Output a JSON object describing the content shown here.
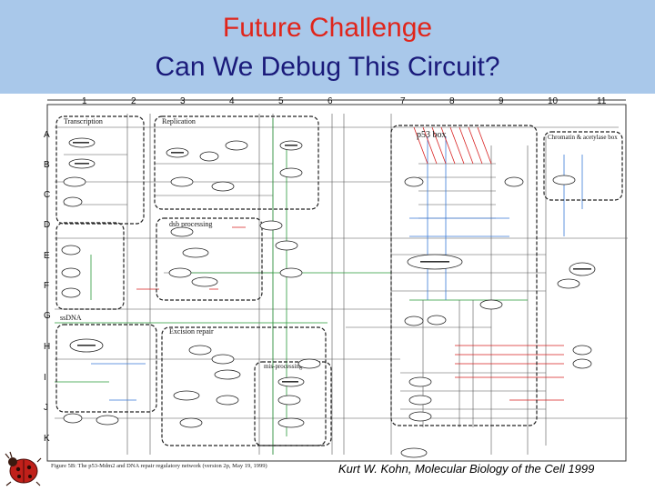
{
  "slide": {
    "title_line1": "Future Challenge",
    "title_line2": "Can We Debug This Circuit?",
    "citation": "Kurt W. Kohn, Molecular Biology of the Cell 1999"
  },
  "diagram": {
    "column_labels": [
      "1",
      "2",
      "3",
      "4",
      "5",
      "6",
      "7",
      "8",
      "9",
      "10",
      "11"
    ],
    "row_labels": [
      "A",
      "B",
      "C",
      "D",
      "E",
      "F",
      "G",
      "H",
      "I",
      "J",
      "K"
    ],
    "boxes": [
      {
        "label": "Transcription"
      },
      {
        "label": "Replication"
      },
      {
        "label": "p53 box"
      },
      {
        "label": "Chromatin & acetylase box"
      },
      {
        "label": "dsb processing"
      },
      {
        "label": "ssDNA"
      },
      {
        "label": "Excision repair"
      },
      {
        "label": "mis-processing"
      }
    ],
    "caption": "Figure 5B: The p53-Mdm2 and DNA repair regulatory network (version 2p, May 19, 1999)"
  },
  "colors": {
    "title_band": "#a9c8ea",
    "title_line1": "#e0251b",
    "title_line2": "#1a1a7a",
    "wire_black": "#333333",
    "wire_green": "#2a9a3a",
    "wire_blue": "#3a7ad8",
    "wire_red": "#d82020"
  },
  "icons": [
    "ladybug-icon"
  ]
}
